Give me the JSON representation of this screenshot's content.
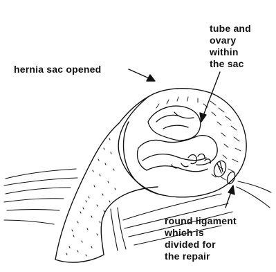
{
  "labels": {
    "hernia_sac": "hernia sac opened",
    "tube_ovary": "tube and\novary\nwithin\nthe sac",
    "round_ligament": "round ligament\nwhich is\ndivided for\nthe repair"
  },
  "colors": {
    "ink": "#111111",
    "background": "#ffffff"
  }
}
